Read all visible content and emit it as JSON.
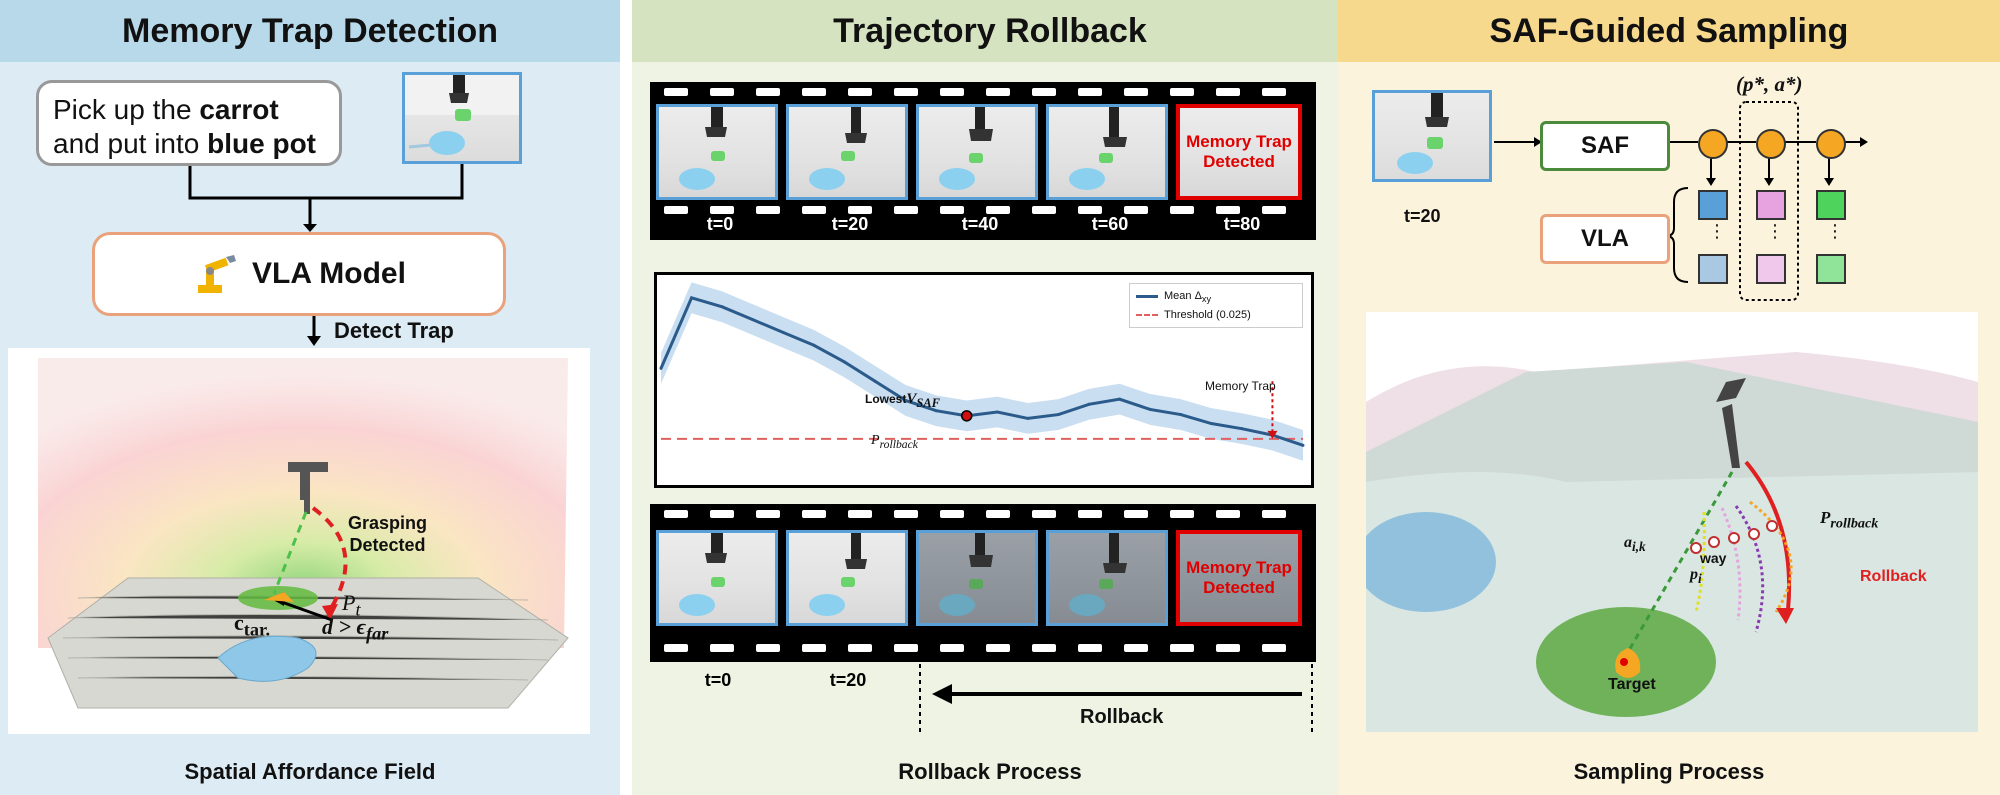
{
  "panel1": {
    "title": "Memory Trap Detection",
    "instruction_part1": "Pick up the ",
    "instruction_bold1": "carrot",
    "instruction_part2": " and put into ",
    "instruction_bold2": "blue pot",
    "model_label": "VLA Model",
    "detect_label": "Detect Trap",
    "grasp_label_1": "Grasping",
    "grasp_label_2": "Detected",
    "pt_label": "P",
    "pt_sub": "t",
    "ctar_label": "c",
    "ctar_sub": "tar.",
    "dist_label": "d > ϵ",
    "dist_sub": "far",
    "caption": "Spatial Affordance Field"
  },
  "panel2": {
    "title": "Trajectory Rollback",
    "top_times": [
      "t=0",
      "t=20",
      "t=40",
      "t=60",
      "t=80"
    ],
    "bottom_times": [
      "t=0",
      "t=20"
    ],
    "trap_text": "Memory Trap Detected",
    "legend_mean": "Mean Δ",
    "legend_mean_sub": "xy",
    "legend_threshold": "Threshold (0.025)",
    "lowest_label": "Lowest",
    "vsaf_label": "V",
    "vsaf_sub": "SAF",
    "p_rollback": "P",
    "p_rollback_sub": "rollback",
    "memory_trap_label": "Memory Trap",
    "rollback_label": "Rollback",
    "caption": "Rollback Process"
  },
  "panel3": {
    "title": "SAF-Guided Sampling",
    "time": "t=20",
    "saf": "SAF",
    "vla": "VLA",
    "pa_star": "(p*, a*)",
    "a_label": "a",
    "a_sub": "i,k",
    "way_label": "way",
    "pi_label": "p",
    "pi_sub": "i",
    "prollback_label": "P",
    "prollback_sub": "rollback",
    "rollback_label": "Rollback",
    "target_label": "Target",
    "caption": "Sampling Process",
    "colors": {
      "blue": "#5aa0d8",
      "pink": "#e7a3df",
      "green": "#4ed35c",
      "orange": "#f5a623"
    }
  },
  "chart_data": {
    "type": "line",
    "series": [
      {
        "name": "Mean Δxy",
        "x": [
          0,
          4,
          8,
          12,
          16,
          20,
          24,
          28,
          32,
          36,
          40,
          44,
          48,
          52,
          56,
          60,
          64,
          68,
          72,
          76,
          80,
          84
        ],
        "y": [
          0.08,
          0.135,
          0.128,
          0.118,
          0.108,
          0.098,
          0.085,
          0.07,
          0.055,
          0.047,
          0.043,
          0.046,
          0.041,
          0.044,
          0.052,
          0.056,
          0.048,
          0.044,
          0.037,
          0.033,
          0.028,
          0.02
        ]
      }
    ],
    "threshold": 0.025,
    "annotations": [
      "Lowest V_SAF",
      "P_rollback",
      "Memory Trap"
    ]
  }
}
